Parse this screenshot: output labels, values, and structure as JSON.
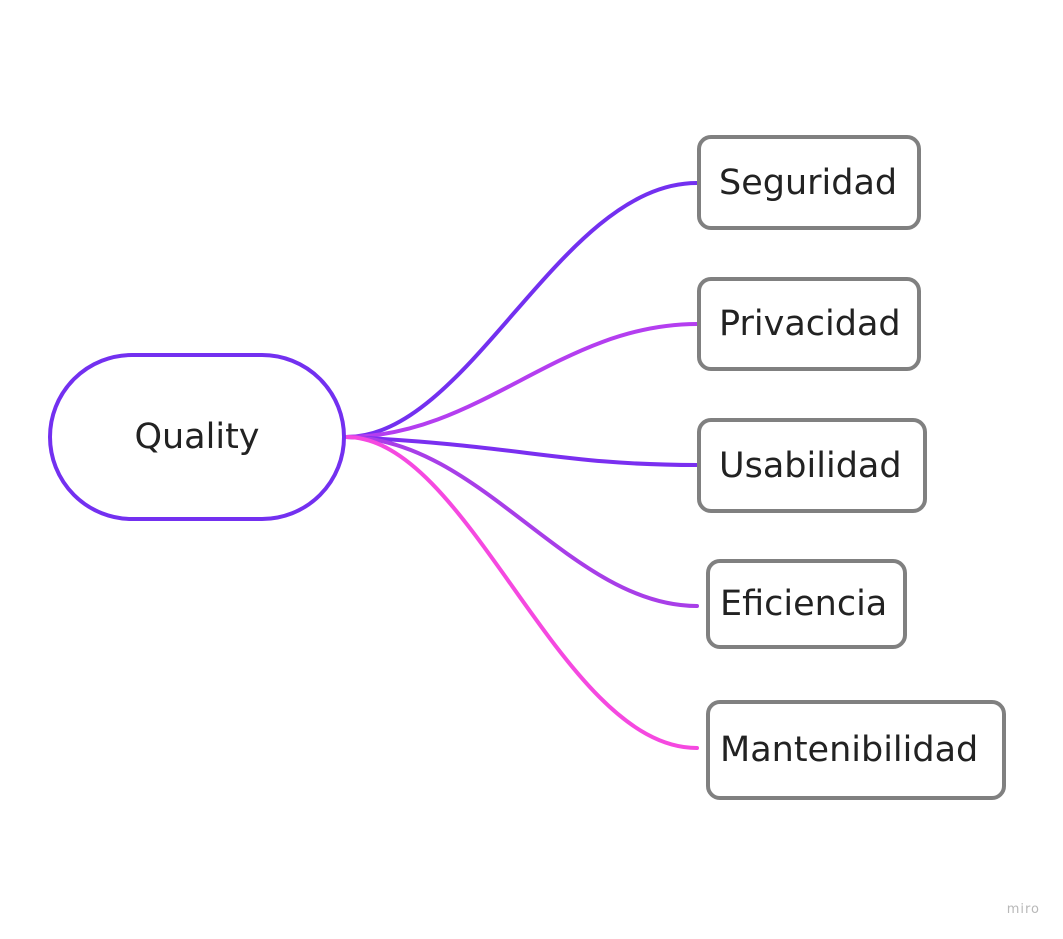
{
  "diagram": {
    "root": {
      "label": "Quality",
      "border_color": "#7330f0"
    },
    "children": [
      {
        "label": "Seguridad",
        "branch_color": "#7330f0"
      },
      {
        "label": "Privacidad",
        "branch_color": "#b43ef0"
      },
      {
        "label": "Usabilidad",
        "branch_color": "#7a2ff0"
      },
      {
        "label": "Eficiencia",
        "branch_color": "#a83ee8"
      },
      {
        "label": "Mantenibilidad",
        "branch_color": "#f549e0"
      }
    ],
    "node_border_color": "#808080"
  },
  "watermark": {
    "text": "miro"
  }
}
